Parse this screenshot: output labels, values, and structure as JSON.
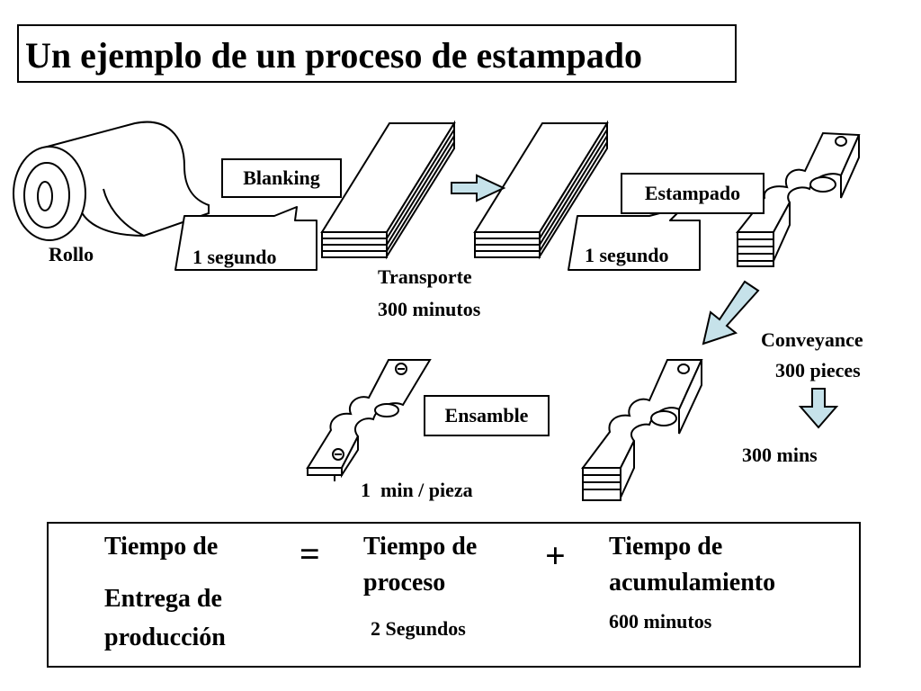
{
  "title": "Un ejemplo de un proceso de estampado",
  "labels": {
    "rollo": "Rollo",
    "blanking": "Blanking",
    "blanking_time": "1 segundo",
    "transporte": "Transporte",
    "transporte_time": "300 minutos",
    "estampado": "Estampado",
    "estampado_time": "1 segundo",
    "conveyance": "Conveyance",
    "conveyance_qty": "300 pieces",
    "conveyance_time": "300 mins",
    "ensamble": "Ensamble",
    "ensamble_time": "1  min / pieza"
  },
  "summary": {
    "lhs_line1": "Tiempo de",
    "lhs_line2": "Entrega de",
    "lhs_line3": "producción",
    "equals": "=",
    "term1_line1": "Tiempo de",
    "term1_line2": "proceso",
    "term1_value": "2 Segundos",
    "plus": "+",
    "term2_line1": "Tiempo de",
    "term2_line2": "acumulamiento",
    "term2_value": "600 minutos"
  },
  "colors": {
    "arrow_fill": "#c6e2ea",
    "line": "#000000"
  }
}
